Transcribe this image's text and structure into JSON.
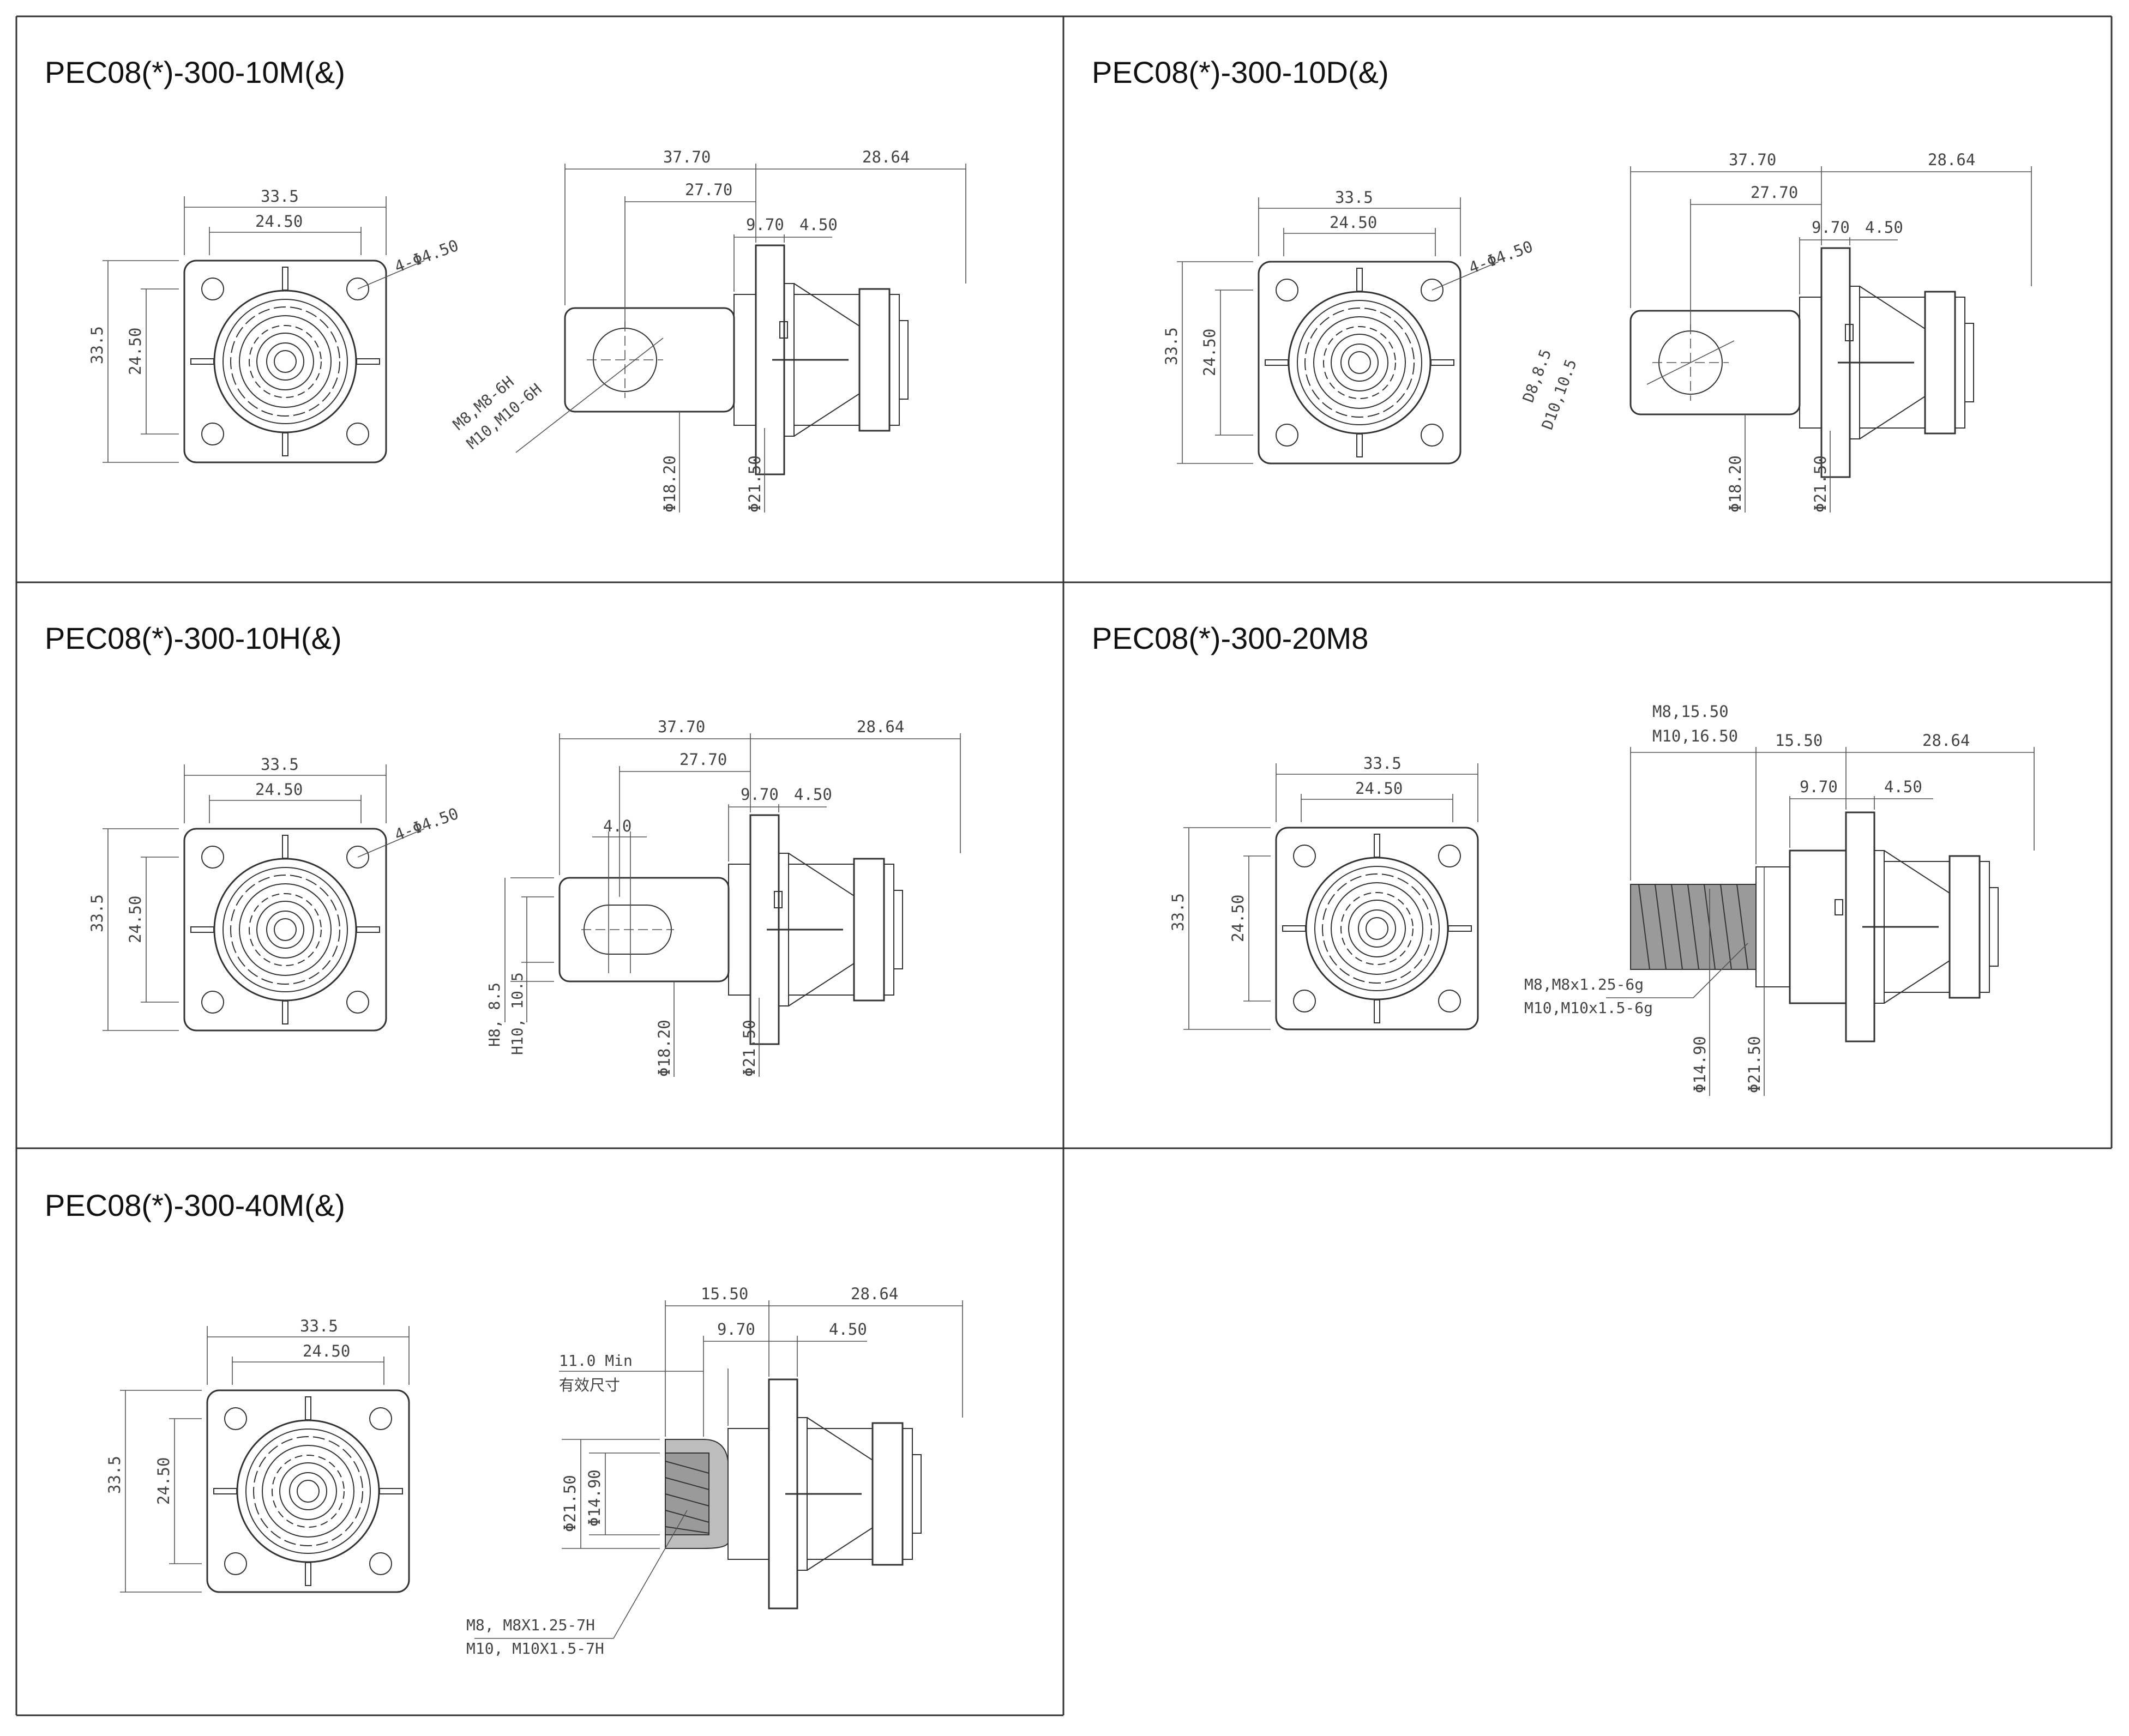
{
  "panels": [
    {
      "title": "PEC08(*)-300-10M(&)",
      "front": {
        "w_outer": "33.5",
        "w_inner": "24.50",
        "h_outer": "33.5",
        "h_inner": "24.50",
        "hole": "4-Φ4.50"
      },
      "side": {
        "d1": "37.70",
        "d2": "27.70",
        "d3": "9.70",
        "d4": "28.64",
        "d5": "4.50",
        "dia1": "Φ18.20",
        "dia2": "Φ21.50",
        "note1": "M8,M8-6H",
        "note2": "M10,M10-6H"
      }
    },
    {
      "title": "PEC08(*)-300-10D(&)",
      "front": {
        "w_outer": "33.5",
        "w_inner": "24.50",
        "h_outer": "33.5",
        "h_inner": "24.50",
        "hole": "4-Φ4.50"
      },
      "side": {
        "d1": "37.70",
        "d2": "27.70",
        "d3": "9.70",
        "d4": "28.64",
        "d5": "4.50",
        "dia1": "Φ18.20",
        "dia2": "Φ21.50",
        "note1": "D8,8.5",
        "note2": "D10,10.5"
      }
    },
    {
      "title": "PEC08(*)-300-10H(&)",
      "front": {
        "w_outer": "33.5",
        "w_inner": "24.50",
        "h_outer": "33.5",
        "h_inner": "24.50",
        "hole": "4-Φ4.50"
      },
      "side": {
        "d1": "37.70",
        "d2": "27.70",
        "d3": "9.70",
        "d4": "28.64",
        "d5": "4.50",
        "d6": "4.0",
        "dia1": "Φ18.20",
        "dia2": "Φ21.50",
        "note1": "H8, 8.5",
        "note2": "H10, 10.5"
      }
    },
    {
      "title": "PEC08(*)-300-20M8",
      "front": {
        "w_outer": "33.5",
        "w_inner": "24.50",
        "h_outer": "33.5",
        "h_inner": "24.50"
      },
      "side": {
        "top1": "M8,15.50",
        "top2": "M10,16.50",
        "d1": "15.50",
        "d3": "9.70",
        "d4": "28.64",
        "d5": "4.50",
        "dia1": "Φ14.90",
        "dia2": "Φ21.50",
        "note1": "M8,M8x1.25-6g",
        "note2": "M10,M10x1.5-6g"
      }
    },
    {
      "title": "PEC08(*)-300-40M(&)",
      "front": {
        "w_outer": "33.5",
        "w_inner": "24.50",
        "h_outer": "33.5",
        "h_inner": "24.50"
      },
      "side": {
        "d1": "15.50",
        "d3": "9.70",
        "d4": "28.64",
        "d5": "4.50",
        "min1": "11.0 Min",
        "min2": "有效尺寸",
        "dia1": "Φ21.50",
        "dia2": "Φ14.90",
        "note1": "M8, M8X1.25-7H",
        "note2": "M10, M10X1.5-7H"
      }
    }
  ]
}
